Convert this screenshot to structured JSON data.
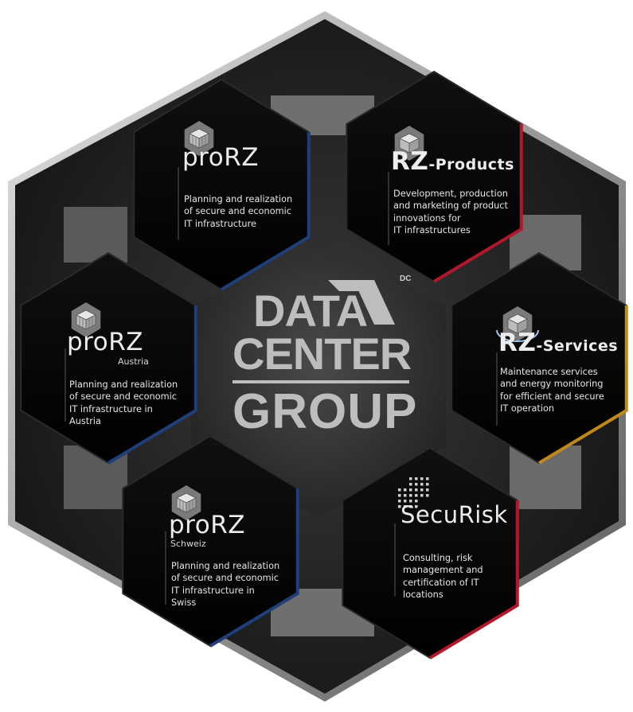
{
  "logo": {
    "line1": "DATA",
    "line2": "CENTER",
    "line3": "GROUP",
    "badge": "DC"
  },
  "modules": [
    {
      "id": "prorz",
      "title": "proRZ",
      "subtitle": "",
      "description": "Planning and realization\nof secure and economic\nIT infrastructure",
      "icon": "cube-grid-icon",
      "accent": "#1f3f7a"
    },
    {
      "id": "rz-products",
      "title_strong": "RZ",
      "title_rest": "-Products",
      "description": "Development, production\nand marketing of product\ninnovations for\nIT infrastructures",
      "icon": "cube-icon",
      "accent": "#b3172b"
    },
    {
      "id": "prorz-austria",
      "title": "proRZ",
      "subtitle": "Austria",
      "description": "Planning and realization\nof secure and economic\nIT infrastructure in\nAustria",
      "icon": "cube-grid-icon",
      "accent": "#1f3f7a"
    },
    {
      "id": "rz-services",
      "title_strong": "RZ",
      "title_rest": "-Services",
      "description": "Maintenance services\nand energy monitoring\nfor efficient and secure\nIT operation",
      "icon": "cube-rotate-icon",
      "accent": "#c08a1a"
    },
    {
      "id": "prorz-schweiz",
      "title": "proRZ",
      "subtitle": "Schweiz",
      "description": "Planning and realization\nof secure and economic\nIT infrastructure in\nSwiss",
      "icon": "cube-grid-icon",
      "accent": "#1f3f7a"
    },
    {
      "id": "securisk",
      "title": "SecuRisk",
      "subtitle": "",
      "description": "Consulting, risk\nmanagement and\ncertification of IT\nlocations",
      "icon": "dot-matrix-icon",
      "accent": "#b3172b"
    }
  ]
}
